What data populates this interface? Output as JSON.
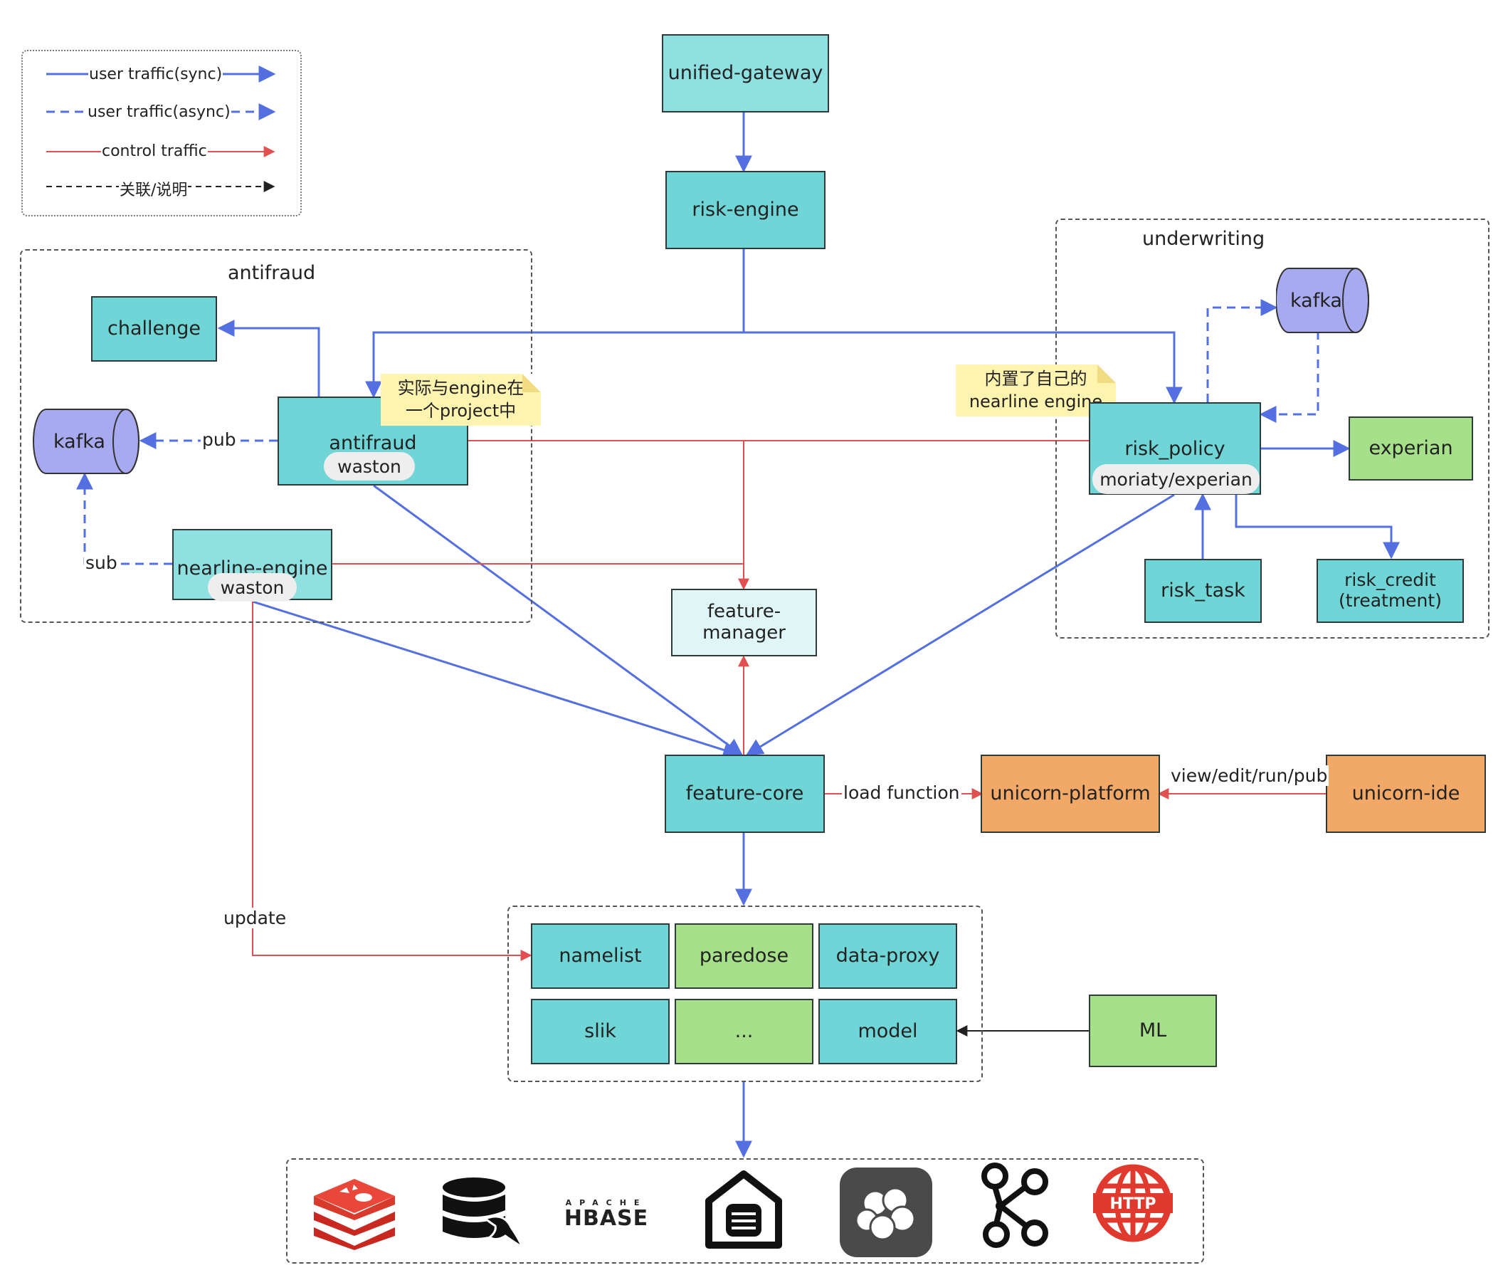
{
  "legend": {
    "sync": "user traffic(sync)",
    "async": "user traffic(async)",
    "control": "control traffic",
    "relation": "关联/说明"
  },
  "nodes": {
    "unified_gateway": "unified-gateway",
    "risk_engine": "risk-engine",
    "challenge": "challenge",
    "kafka_left": "kafka",
    "antifraud": "antifraud",
    "antifraud_pill": "waston",
    "nearline_engine": "nearline-engine",
    "nearline_pill": "waston",
    "feature_manager": "feature-\nmanager",
    "risk_policy": "risk_policy",
    "risk_policy_pill": "moriaty/experian",
    "kafka_right": "kafka",
    "experian": "experian",
    "risk_task": "risk_task",
    "risk_credit": "risk_credit\n(treatment)",
    "feature_core": "feature-core",
    "unicorn_platform": "unicorn-platform",
    "unicorn_ide": "unicorn-ide",
    "namelist": "namelist",
    "paredose": "paredose",
    "data_proxy": "data-proxy",
    "slik": "slik",
    "ellipsis": "...",
    "model": "model",
    "ml": "ML"
  },
  "groups": {
    "antifraud": "antifraud",
    "underwriting": "underwriting"
  },
  "notes": {
    "antifraud_note_line1": "实际与engine在",
    "antifraud_note_line2": "一个project中",
    "risk_note_line1": "内置了自己的",
    "risk_note_line2": "nearline engine"
  },
  "edge_labels": {
    "pub": "pub",
    "sub": "sub",
    "update": "update",
    "load_function": "load function",
    "view_edit": "view/edit/run/pub"
  },
  "icons": [
    "redis-icon",
    "database-icon",
    "hbase-icon",
    "home-storage-icon",
    "cluster-icon",
    "graph-icon",
    "http-icon"
  ],
  "icon_text": {
    "hbase_top": "APACHE",
    "hbase_main": "HBASE",
    "http": "HTTP"
  },
  "colors": {
    "sync": "#5470e0",
    "control": "#e05050",
    "teal": "#6fd5d6",
    "green": "#a6e08a",
    "orange": "#f2a866",
    "kafka": "#a8aaf0"
  }
}
